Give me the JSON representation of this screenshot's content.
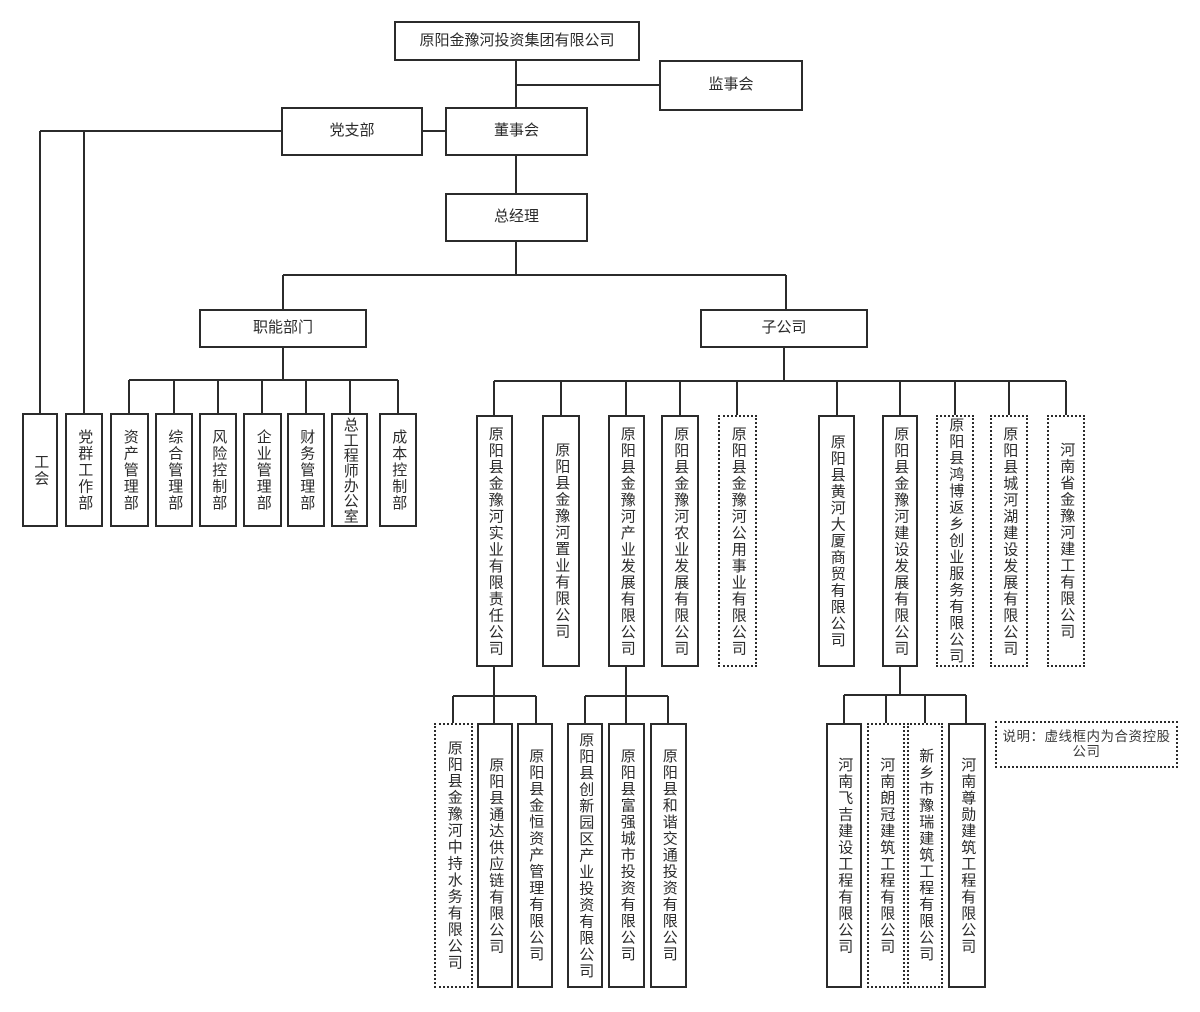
{
  "org": {
    "root": {
      "label": "原阳金豫河投资集团有限公司"
    },
    "supervisory_board": {
      "label": "监事会"
    },
    "party_branch": {
      "label": "党支部"
    },
    "board": {
      "label": "董事会"
    },
    "general_manager": {
      "label": "总经理"
    },
    "functional_departments": {
      "label": "职能部门"
    },
    "subsidiaries_group": {
      "label": "子公司"
    },
    "party_units": [
      {
        "label": "工会"
      },
      {
        "label": "党群工作部"
      }
    ],
    "departments": [
      {
        "label": "资产管理部"
      },
      {
        "label": "综合管理部"
      },
      {
        "label": "风险控制部"
      },
      {
        "label": "企业管理部"
      },
      {
        "label": "财务管理部"
      },
      {
        "label": "总工程师办公室"
      },
      {
        "label": "成本控制部"
      }
    ],
    "subsidiaries": [
      {
        "label": "原阳县金豫河实业有限责任公司",
        "joint_venture": false
      },
      {
        "label": "原阳县金豫河置业有限公司",
        "joint_venture": false
      },
      {
        "label": "原阳县金豫河产业发展有限公司",
        "joint_venture": false
      },
      {
        "label": "原阳县金豫河农业发展有限公司",
        "joint_venture": false
      },
      {
        "label": "原阳县金豫河公用事业有限公司",
        "joint_venture": true
      },
      {
        "label": "原阳县黄河大厦商贸有限公司",
        "joint_venture": false
      },
      {
        "label": "原阳县金豫河建设发展有限公司",
        "joint_venture": false
      },
      {
        "label": "原阳县鸿博返乡创业服务有限公司",
        "joint_venture": true
      },
      {
        "label": "原阳县城河湖建设发展有限公司",
        "joint_venture": true
      },
      {
        "label": "河南省金豫河建工有限公司",
        "joint_venture": true
      }
    ],
    "shiye_children": [
      {
        "label": "原阳县金豫河中持水务有限公司",
        "joint_venture": true
      },
      {
        "label": "原阳县通达供应链有限公司",
        "joint_venture": false
      },
      {
        "label": "原阳县金恒资产管理有限公司",
        "joint_venture": false
      }
    ],
    "chanye_children": [
      {
        "label": "原阳县创新园区产业投资有限公司",
        "joint_venture": false
      },
      {
        "label": "原阳县富强城市投资有限公司",
        "joint_venture": false
      },
      {
        "label": "原阳县和谐交通投资有限公司",
        "joint_venture": false
      }
    ],
    "jianshe_children": [
      {
        "label": "河南飞吉建设工程有限公司",
        "joint_venture": false
      },
      {
        "label": "河南朗冠建筑工程有限公司",
        "joint_venture": true
      },
      {
        "label": "新乡市豫瑞建筑工程有限公司",
        "joint_venture": true
      },
      {
        "label": "河南尊勋建筑工程有限公司",
        "joint_venture": false
      }
    ],
    "legend": {
      "label": "说明：虚线框内为合资控股公司"
    },
    "line_color": "#2b2b2b"
  }
}
